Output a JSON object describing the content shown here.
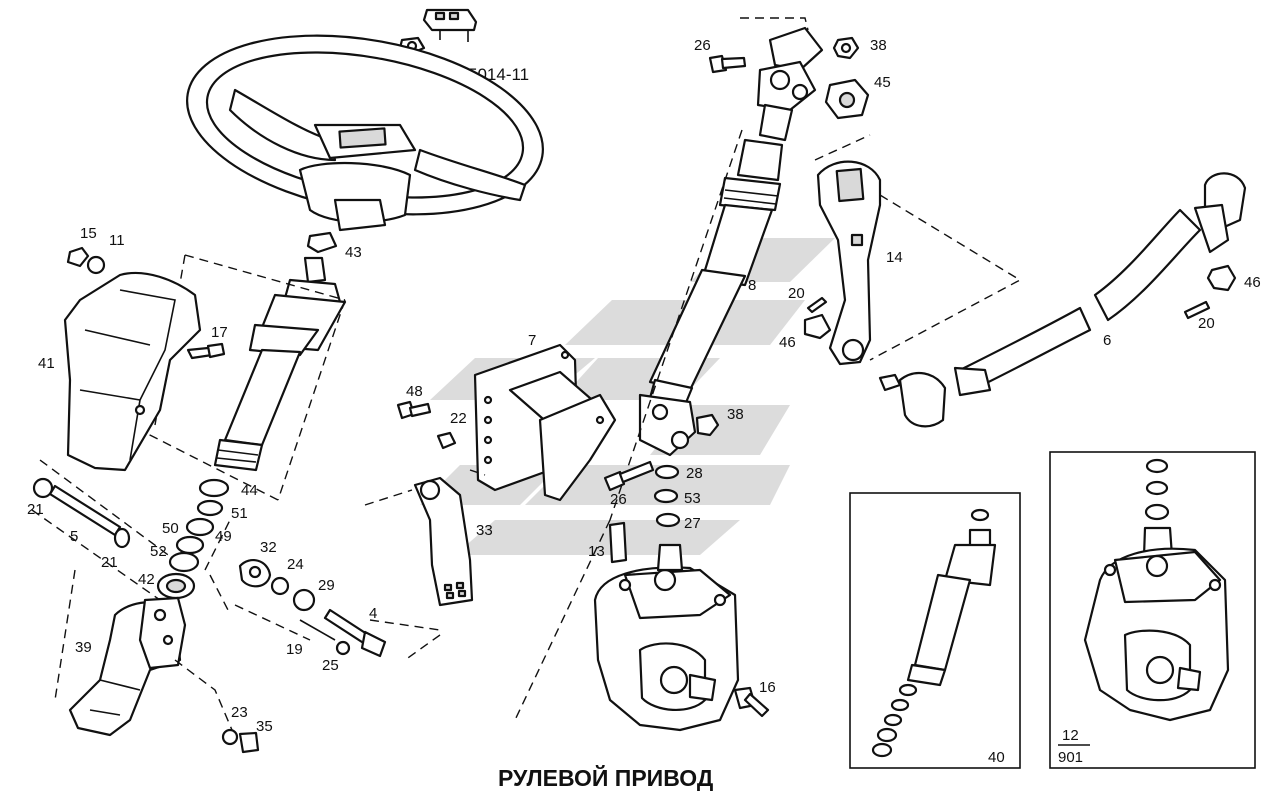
{
  "diagram": {
    "title": "РУЛЕВОЙ ПРИВОД",
    "model_code": "5014-11",
    "inset_left_label": "40",
    "inset_right_numerator": "12",
    "inset_right_denominator": "901",
    "callouts": {
      "c15": "15",
      "c11": "11",
      "c41": "41",
      "c17": "17",
      "c43": "43",
      "c21a": "21",
      "c5": "5",
      "c21b": "21",
      "c50": "50",
      "c49": "49",
      "c44": "44",
      "c51": "51",
      "c52": "52",
      "c42": "42",
      "c39": "39",
      "c32": "32",
      "c24": "24",
      "c29": "29",
      "c4": "4",
      "c19": "19",
      "c25": "25",
      "c23": "23",
      "c35": "35",
      "c48": "48",
      "c22": "22",
      "c7": "7",
      "c33": "33",
      "c8": "8",
      "c26a": "26",
      "c38a": "38",
      "c45": "45",
      "c14": "14",
      "c20a": "20",
      "c46a": "46",
      "c38b": "38",
      "c28": "28",
      "c26b": "26",
      "c53": "53",
      "c27": "27",
      "c13": "13",
      "c16": "16",
      "c6": "6",
      "c46b": "46",
      "c20b": "20"
    },
    "watermark_color": "#d6d6d6",
    "line_color": "#111111"
  }
}
